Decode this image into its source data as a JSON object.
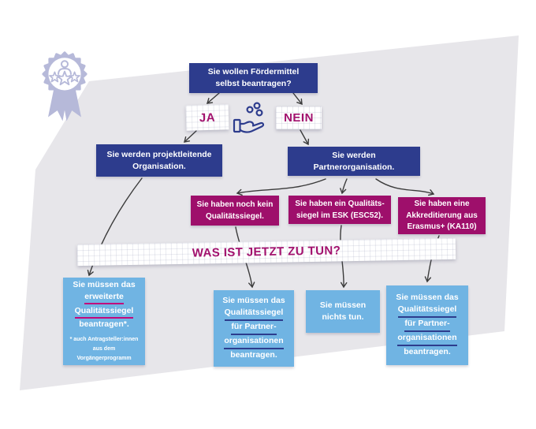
{
  "colors": {
    "navy": "#2d3c8d",
    "magenta_box": "#9e0f6b",
    "sky_blue": "#70b4e3",
    "paper_text_magenta": "#a2106d",
    "underline_pink": "#c2097c",
    "underline_blue": "#2d3c8d",
    "badge_periwinkle": "#b6b9d9",
    "background_gray": "#e7e6ea",
    "arrow": "#3b3b3b"
  },
  "icons": {
    "badge": "quality-seal-badge-icon",
    "hand_coins": "hand-with-coins-icon"
  },
  "flow": {
    "question": {
      "lines": [
        "Sie wollen Fördermittel",
        "selbst beantragen?"
      ]
    },
    "answer_yes": "JA",
    "answer_no": "NEIN",
    "role_yes": {
      "lines": [
        "Sie werden projektleitende",
        "Organisation."
      ]
    },
    "role_no": {
      "lines": [
        "Sie werden",
        "Partnerorganisation."
      ]
    },
    "conditions": [
      {
        "lines": [
          "Sie haben noch kein",
          "Qualitätssiegel."
        ]
      },
      {
        "lines": [
          "Sie haben ein Qualitäts-",
          "siegel im ESK (ESC52)."
        ]
      },
      {
        "lines": [
          "Sie haben eine",
          "Akkreditierung aus",
          "Erasmus+ (KA110)"
        ]
      }
    ],
    "banner": "WAS IST JETZT ZU TUN?",
    "actions": [
      {
        "lines": [
          "Sie müssen das",
          "erweiterte",
          "Qualitätssiegel",
          "beantragen*."
        ],
        "footnote_lines": [
          "* auch Antragsteller:innen",
          "aus dem",
          "Vorgängerprogramm"
        ]
      },
      {
        "lines": [
          "Sie müssen das",
          "Qualitätssiegel",
          "für Partner-",
          "organisationen",
          "beantragen."
        ]
      },
      {
        "lines": [
          "Sie müssen",
          "nichts tun."
        ]
      },
      {
        "lines": [
          "Sie müssen das",
          "Qualitätssiegel",
          "für Partner-",
          "organisationen",
          "beantragen."
        ]
      }
    ]
  }
}
